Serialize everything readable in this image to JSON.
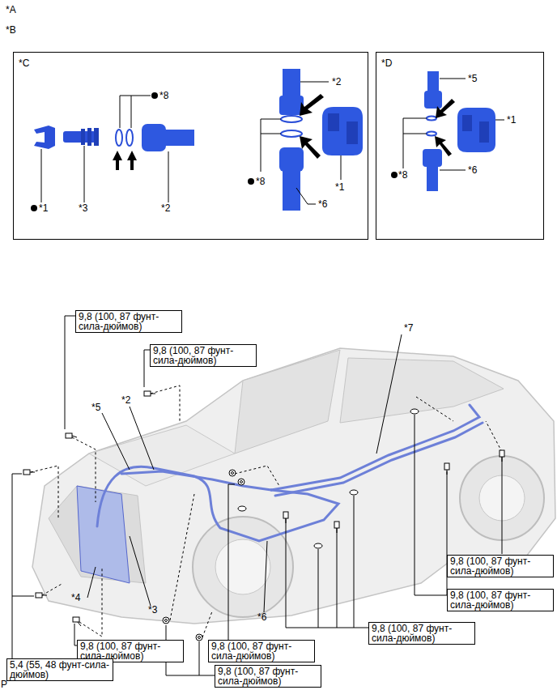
{
  "diagram": {
    "nodes": [
      {
        "text": [
          "*C"
        ]
      },
      {
        "text": [
          "*D"
        ]
      },
      {
        "text": [
          "9,8 (100, 87 фунт-сила-дюймов)"
        ]
      },
      {
        "text": [
          "9,8 (100, 87 фунт-сила-дюймов)"
        ]
      },
      {
        "text": [
          "9,8 (100, 87 фунт-сила-дюймов)"
        ]
      },
      {
        "text": [
          "9,8 (100, 87 фунт-сила-дюймов)"
        ]
      },
      {
        "text": [
          "9,8 (100, 87 фунт-сила-дюймов)"
        ]
      },
      {
        "text": [
          "9,8 (100, 87 фунт-сила-дюймов)"
        ]
      },
      {
        "text": [
          "9,8 (100, 87 фунт-сила-дюймов)"
        ]
      },
      {
        "text": [
          "5,4 (55, 48 фунт-сила-дюймов)"
        ]
      },
      {
        "text": [
          "9,8 (100, 87 фунт-сила-дюймов)"
        ]
      }
    ],
    "labels": [
      "*A",
      "*B",
      "*2",
      "*8",
      "*8",
      "*1",
      "*1",
      "*3",
      "*2",
      "*6",
      "*5",
      "*1",
      "*6",
      "*8",
      "*7",
      "*5",
      "*2",
      "*4",
      "*3",
      "*6",
      "P"
    ]
  }
}
